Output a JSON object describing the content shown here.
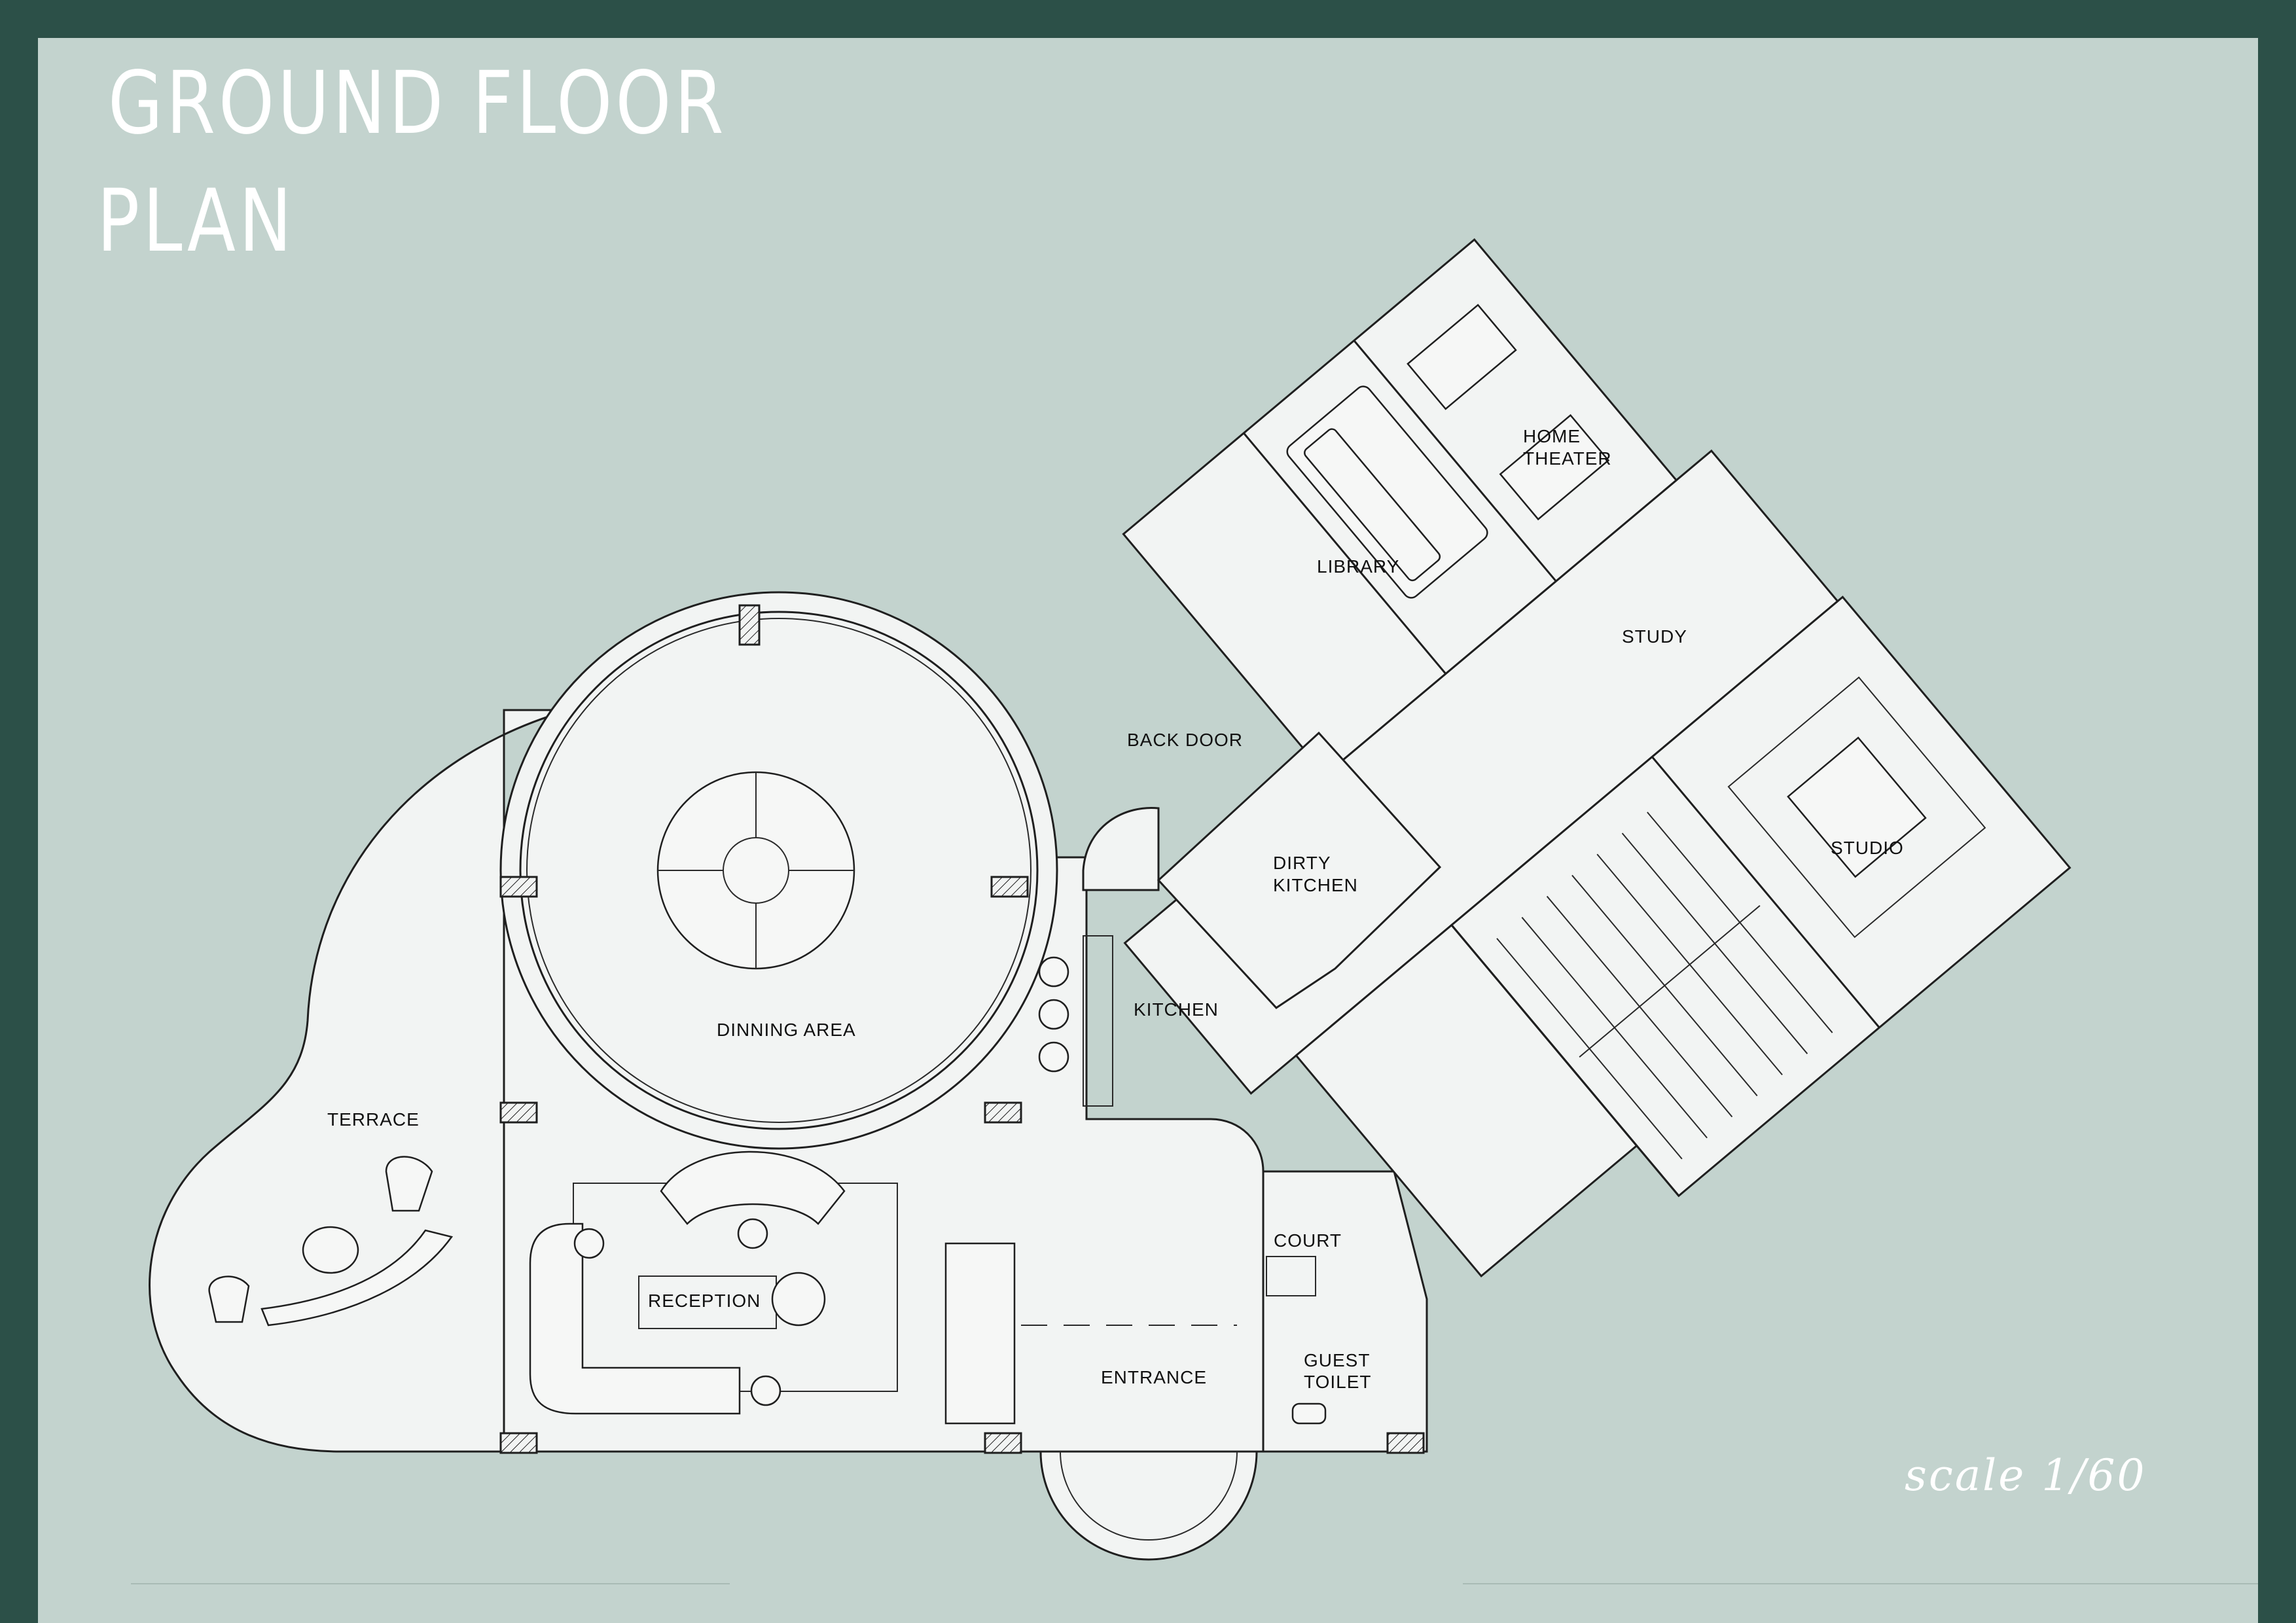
{
  "title": {
    "line1": "GROUND FLOOR",
    "line2": "PLAN"
  },
  "scale_note": "scale 1/60",
  "rooms": {
    "home_theater_1": "HOME",
    "home_theater_2": "THEATER",
    "library": "LIBRARY",
    "study": "STUDY",
    "back_door": "BACK DOOR",
    "dirty_kitchen_1": "DIRTY",
    "dirty_kitchen_2": "KITCHEN",
    "studio": "STUDIO",
    "dinning_area": "DINNING AREA",
    "kitchen": "KITCHEN",
    "terrace": "TERRACE",
    "court": "COURT",
    "reception": "RECEPTION",
    "entrance": "ENTRANCE",
    "guest_toilet_1": "GUEST",
    "guest_toilet_2": "TOILET"
  },
  "colors": {
    "frame": "#2c5048",
    "sheet": "#c3d3ce",
    "floor": "#f2f4f3",
    "ink": "#1f1f1f",
    "title_text": "#ffffff"
  }
}
